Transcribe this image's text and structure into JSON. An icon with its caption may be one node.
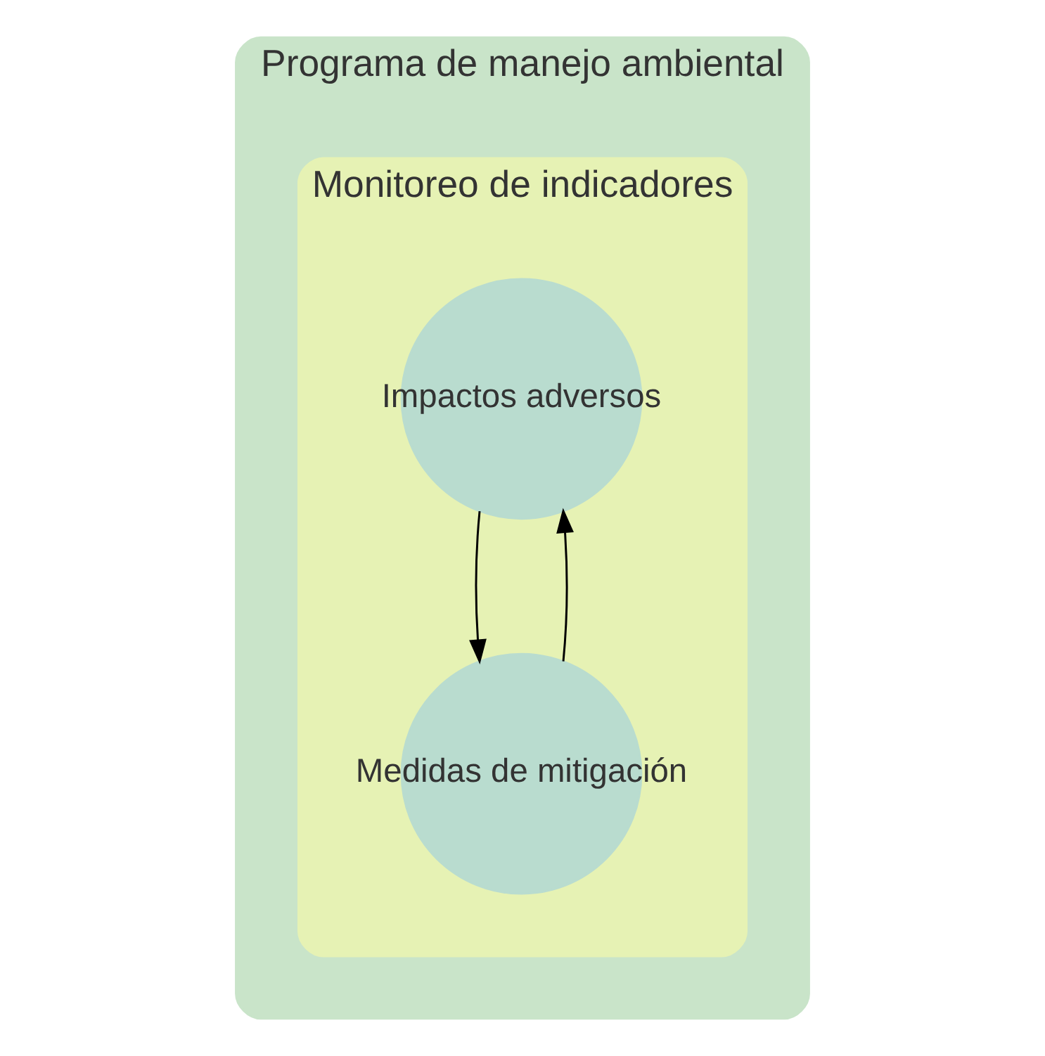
{
  "diagram": {
    "nodes": [
      {
        "text": [
          "Programa de manejo ambiental"
        ]
      },
      {
        "text": [
          "Monitoreo de indicadores"
        ],
        "in": 0
      },
      {
        "text": [
          "Impactos adversos"
        ],
        "in": 1
      },
      {
        "text": [
          "Medidas de mitigación"
        ],
        "in": 1
      }
    ],
    "edges": [
      {
        "from": 2,
        "to": 3,
        "arrow": "to"
      },
      {
        "from": 3,
        "to": 2,
        "arrow": "to"
      }
    ]
  }
}
